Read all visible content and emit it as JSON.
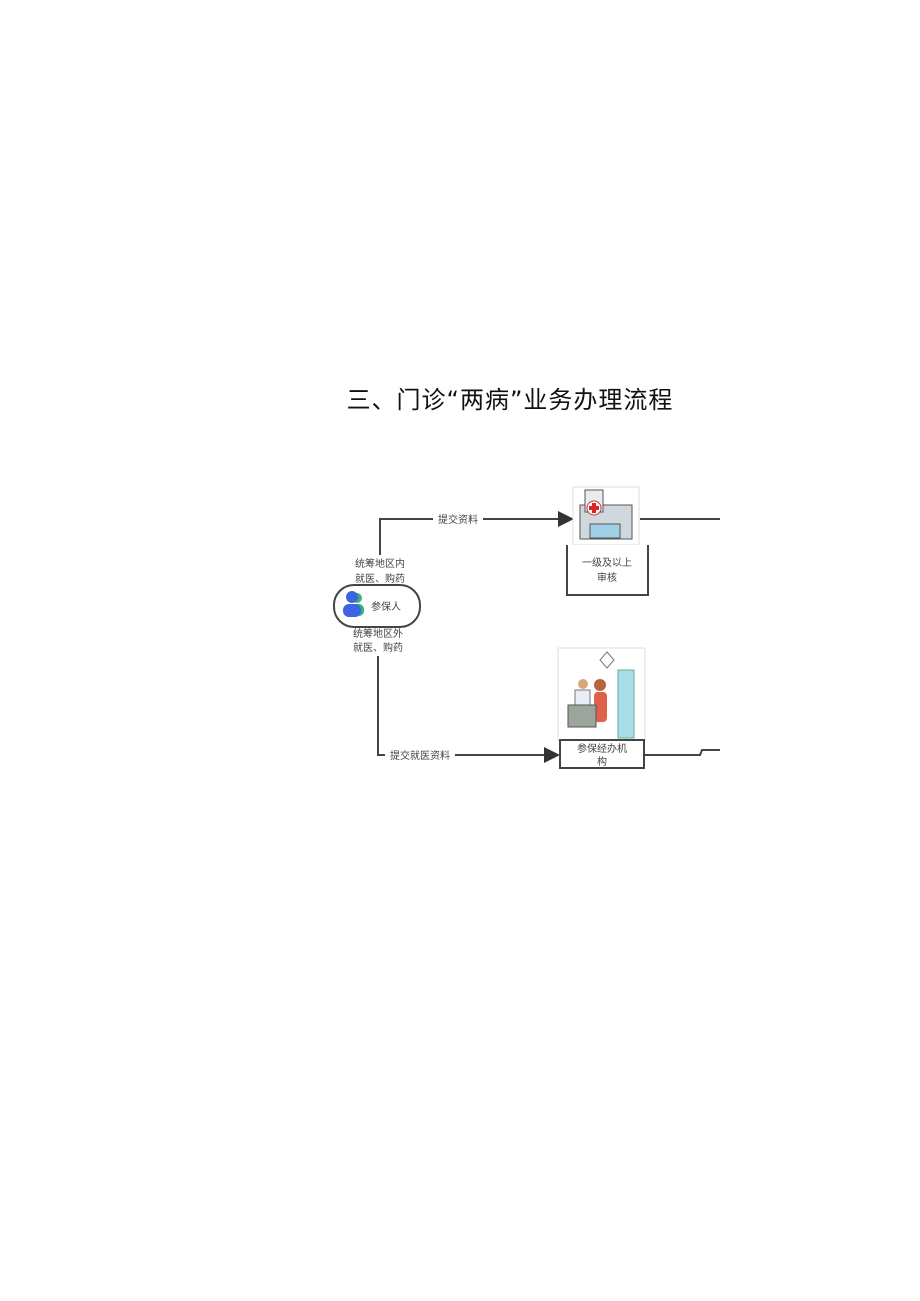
{
  "title": "三、门诊“两病”业务办理流程",
  "diagram": {
    "actor": {
      "label": "参保人",
      "icon": "people-icon"
    },
    "inside_label": [
      "统筹地区内",
      "就医、购药"
    ],
    "outside_label": [
      "统筹地区外",
      "就医、购药"
    ],
    "edge_top": "提交资料",
    "edge_bottom": "提交就医资料",
    "node_hospital": {
      "label": [
        "一级及以上",
        "审核"
      ],
      "icon": "hospital-icon"
    },
    "node_agency": {
      "label": [
        "参保经办机",
        "构"
      ],
      "icon": "clinic-icon"
    }
  }
}
